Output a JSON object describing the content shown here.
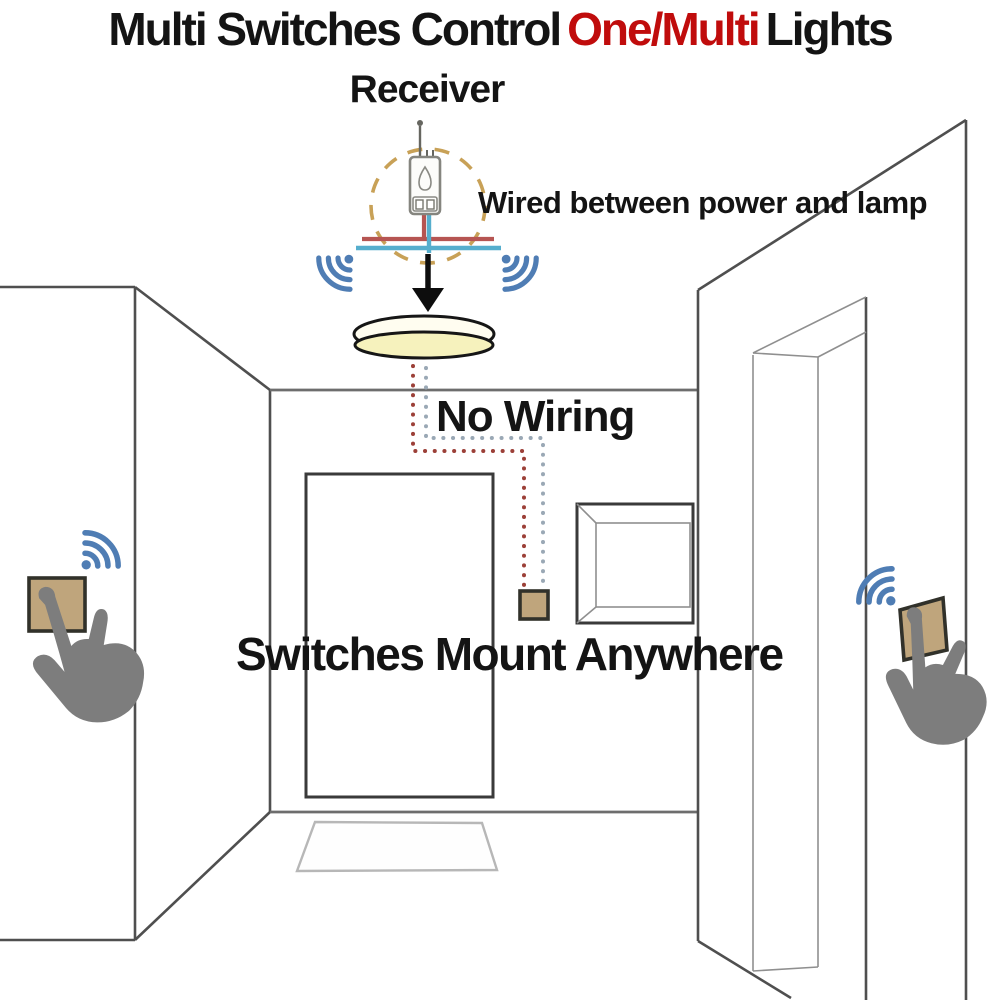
{
  "title": {
    "prefix": "Multi Switches Control",
    "highlight": "One/Multi",
    "suffix": "Lights"
  },
  "annotations": {
    "receiver_label": "Receiver",
    "wired_note": "Wired between power and lamp",
    "no_wiring_note": "No Wiring",
    "switches_note": "Switches Mount Anywhere"
  },
  "colors": {
    "title_highlight": "#c00c0c",
    "wifi_blue": "#4f7db4",
    "wire_red": "#b65552",
    "wire_blue": "#56aecd",
    "dotted_red": "#9c4038",
    "dotted_blue": "#9aa8b5",
    "switch_tan": "#bfa57c",
    "lamp_cream": "#f6f2bd",
    "hand_gray": "#7d7d7d",
    "halo_gold": "#c8a157"
  },
  "icons": [
    "receiver-icon",
    "antenna-icon",
    "wifi-icon",
    "ceiling-lamp-icon",
    "down-arrow-icon",
    "wall-switch-icon",
    "pointing-hand-icon"
  ]
}
